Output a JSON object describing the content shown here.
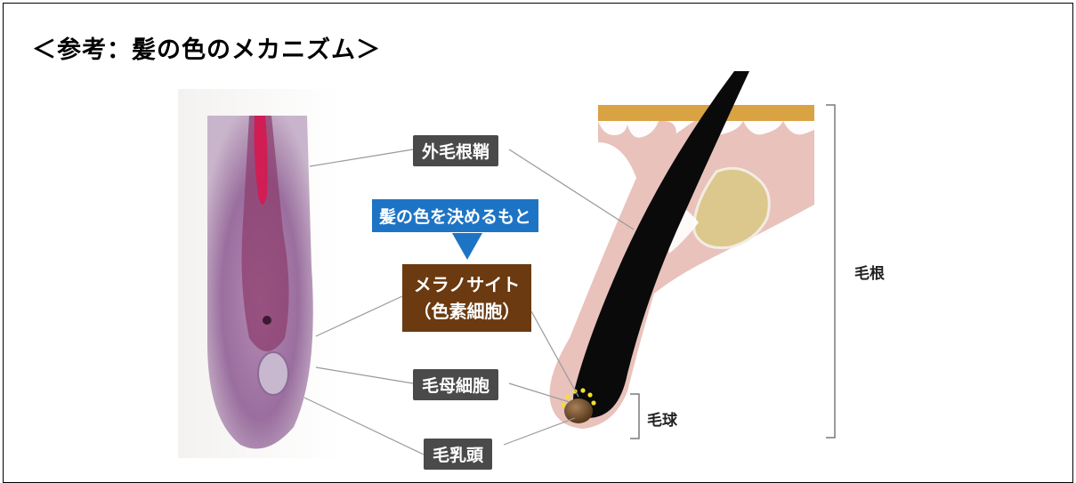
{
  "title": "＜参考：髪の色のメカニズム＞",
  "labels": {
    "outer_root_sheath": "外毛根鞘",
    "color_origin": "髪の色を決めるもと",
    "melanocyte_line1": "メラノサイト",
    "melanocyte_line2": "（色素細胞）",
    "matrix_cell": "毛母細胞",
    "papilla": "毛乳頭",
    "bulb": "毛球",
    "root": "毛根"
  },
  "colors": {
    "skin_pink": "#e9c2bc",
    "hair_black": "#0a0a0a",
    "epidermis_orange": "#d9a243",
    "gland_tan": "#dcc88c",
    "label_dark": "#4a4a4a",
    "callout_blue": "#1e74c4",
    "melanocyte_brown": "#6b3a10"
  }
}
